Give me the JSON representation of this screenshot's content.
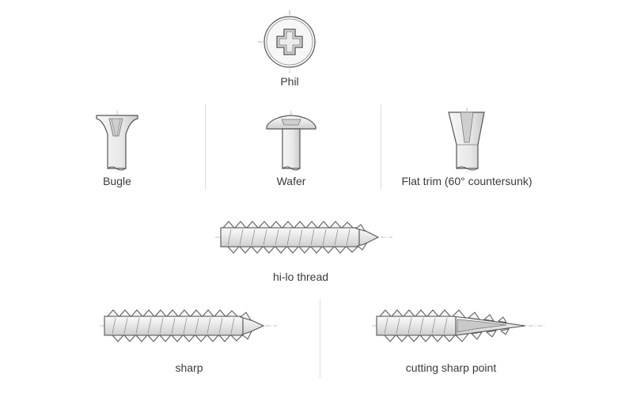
{
  "labels": {
    "phil": "Phil",
    "bugle": "Bugle",
    "wafer": "Wafer",
    "flat_trim": "Flat trim (60° countersunk)",
    "hilo": "hi-lo thread",
    "sharp": "sharp",
    "cutting": "cutting sharp point"
  },
  "colors": {
    "stroke": "#555555",
    "fill": "#f2f2f2",
    "shade": "#c8c8c8",
    "divider": "#dcdcdc",
    "text": "#3a3a3a"
  }
}
